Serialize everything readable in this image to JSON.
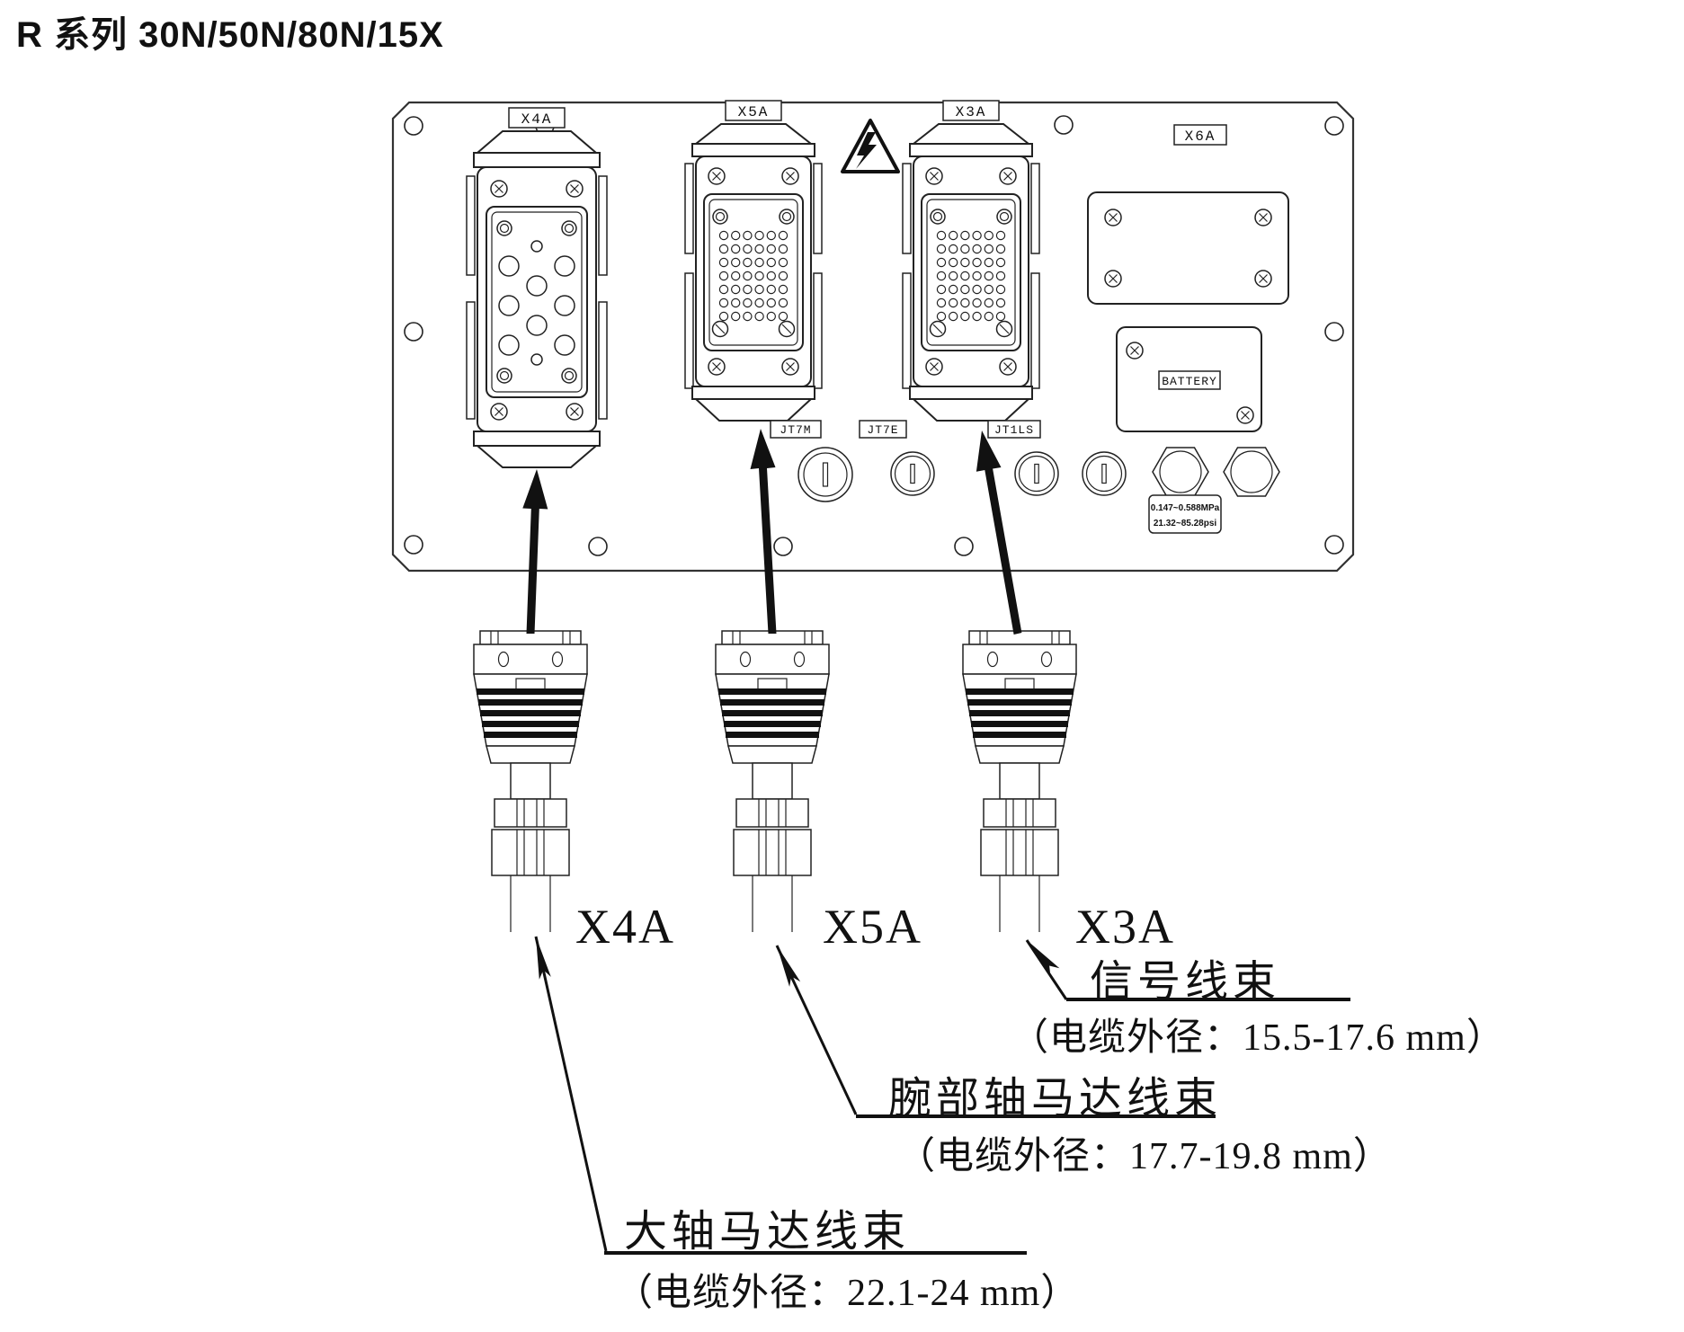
{
  "title": "R 系列 30N/50N/80N/15X",
  "panel": {
    "labels": {
      "x4a": "X4A",
      "x5a": "X5A",
      "x3a": "X3A",
      "x6a": "X6A",
      "jt7m": "JT7M",
      "jt7e": "JT7E",
      "jt1ls": "JT1LS",
      "battery": "BATTERY"
    },
    "pressure": {
      "line1": "0.147~0.588MPa",
      "line2": "21.32~85.28psi"
    }
  },
  "cables": {
    "x4a": "X4A",
    "x5a": "X5A",
    "x3a": "X3A"
  },
  "callouts": {
    "signal": {
      "name": "信号线束",
      "spec": "（电缆外径：15.5-17.6 mm）"
    },
    "wrist": {
      "name": "腕部轴马达线束",
      "spec": "（电缆外径：17.7-19.8 mm）"
    },
    "major": {
      "name": "大轴马达线束",
      "spec": "（电缆外径：22.1-24 mm）"
    }
  }
}
